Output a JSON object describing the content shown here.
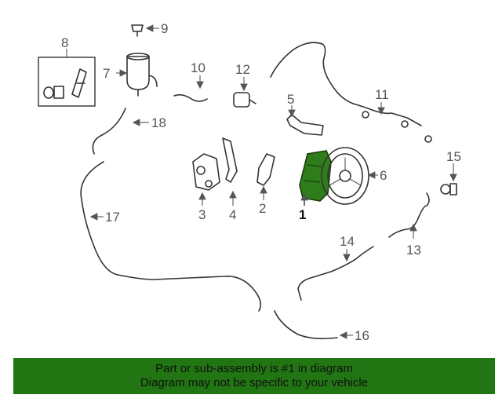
{
  "diagram": {
    "callouts": {
      "c1": "1",
      "c2": "2",
      "c3": "3",
      "c4": "4",
      "c5": "5",
      "c6": "6",
      "c7": "7",
      "c8": "8",
      "c9": "9",
      "c10": "10",
      "c11": "11",
      "c12": "12",
      "c13": "13",
      "c14": "14",
      "c15": "15",
      "c16": "16",
      "c17": "17",
      "c18": "18"
    },
    "highlight_color": "#2e7d1a"
  },
  "banner": {
    "line1": "Part or sub-assembly is #1 in diagram",
    "line2": "Diagram may not be specific to your vehicle",
    "background": "#217512"
  }
}
